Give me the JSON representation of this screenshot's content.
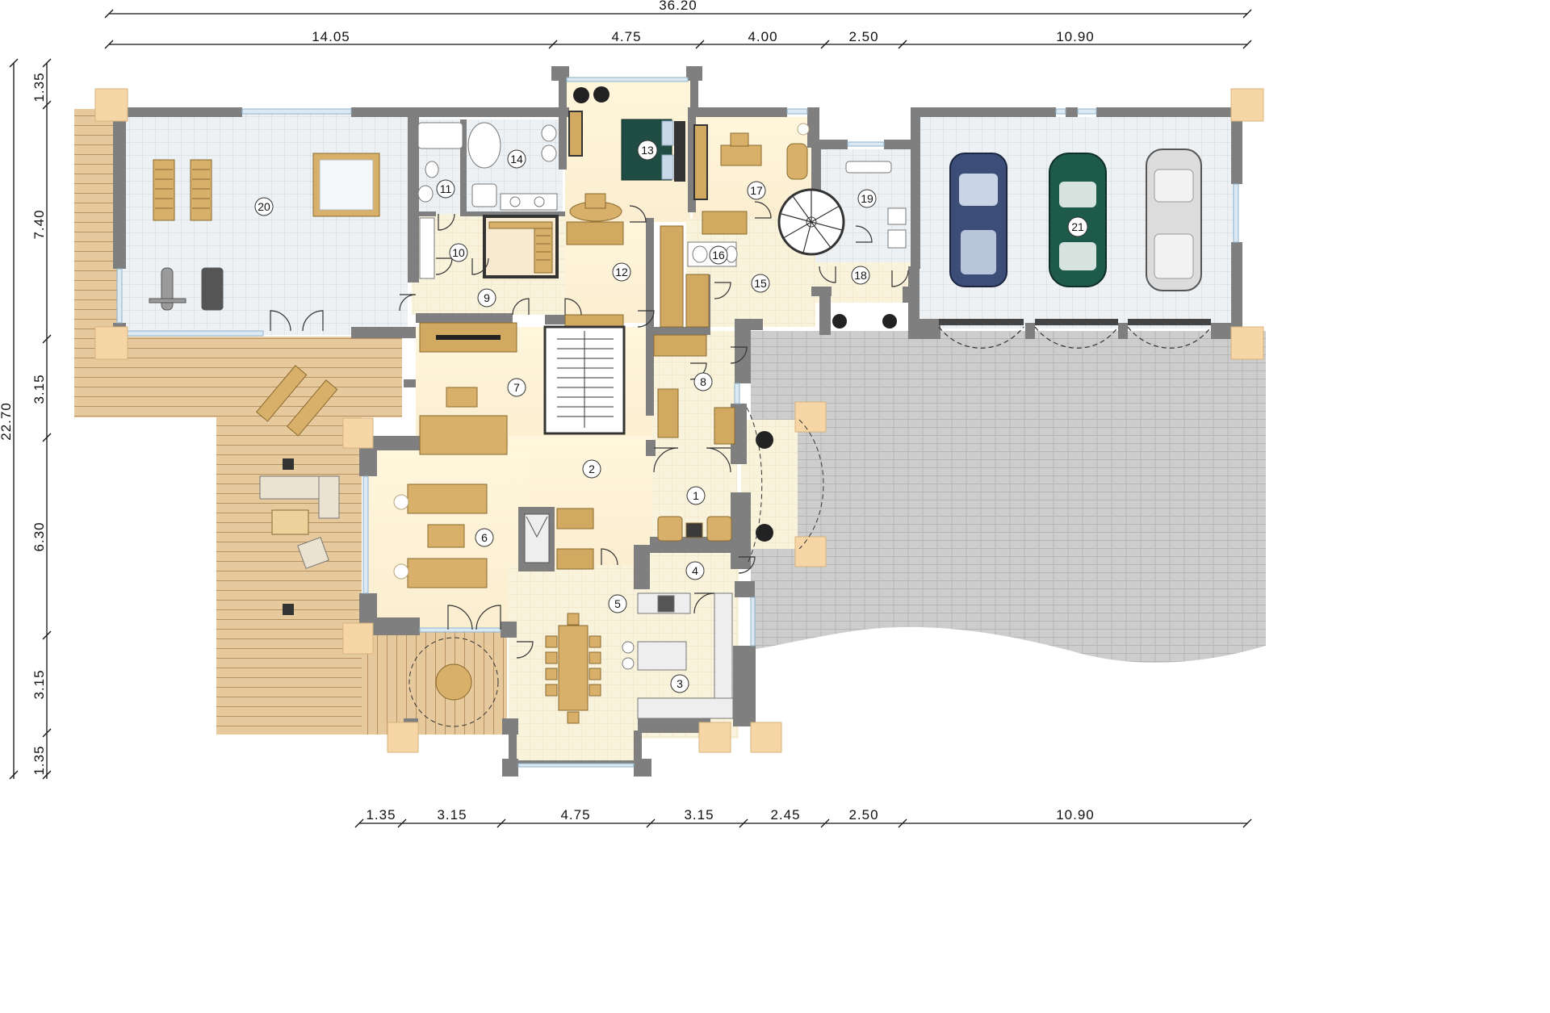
{
  "dimensions": {
    "top_total": "36.20",
    "top_segments": [
      "14.05",
      "4.75",
      "4.00",
      "2.50",
      "10.90"
    ],
    "bottom_segments": [
      "1.35",
      "3.15",
      "4.75",
      "3.15",
      "2.45",
      "2.50",
      "10.90"
    ],
    "left_total": "22.70",
    "left_segments": [
      "1.35",
      "7.40",
      "3.15",
      "6.30",
      "3.15",
      "1.35"
    ]
  },
  "rooms": [
    "1",
    "2",
    "3",
    "4",
    "5",
    "6",
    "7",
    "8",
    "9",
    "10",
    "11",
    "12",
    "13",
    "14",
    "15",
    "16",
    "17",
    "18",
    "19",
    "20",
    "21"
  ],
  "colors": {
    "wall": "#7d7d7d",
    "floor_warm": "#fbf3dd",
    "floor_tile": "#f6f0dd",
    "floor_cool": "#eef2f5",
    "terrace": "#e3c79c",
    "paving": "#cfcfcf",
    "furniture": "#d8b06a",
    "car_blue": "#3c4e78",
    "car_green": "#1e5a4a",
    "car_silver": "#d9d9d9"
  },
  "icons": [
    "stair-icon",
    "car-icon",
    "plant-icon",
    "bed-icon",
    "sofa-icon",
    "bathtub-icon",
    "spiral-stair-icon"
  ]
}
